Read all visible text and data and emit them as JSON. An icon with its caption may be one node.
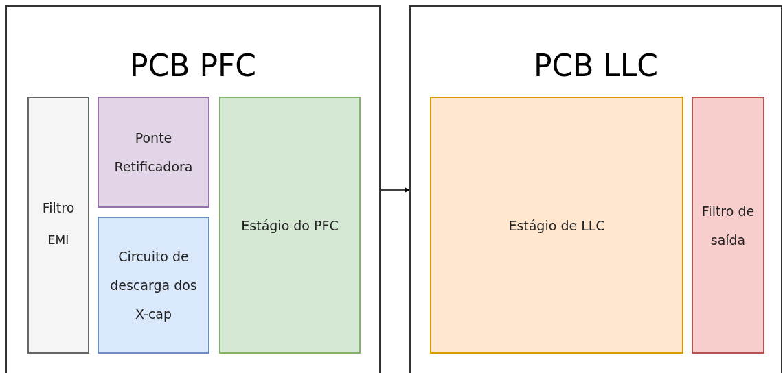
{
  "diagram": {
    "nodes": [
      {
        "text": [
          "PCB PFC"
        ]
      },
      {
        "text": [
          "Filtro",
          "EMI"
        ],
        "in": 0
      },
      {
        "text": [
          "Ponte Retificadora"
        ],
        "in": 0
      },
      {
        "text": [
          "Circuito de descarga dos X-cap"
        ],
        "in": 0
      },
      {
        "text": [
          "Estágio do PFC"
        ],
        "in": 0
      },
      {
        "text": [
          "PCB LLC"
        ]
      },
      {
        "text": [
          "Estágio de LLC"
        ],
        "in": 5
      },
      {
        "text": [
          "Filtro de saída"
        ],
        "in": 5
      }
    ],
    "edges": [
      {
        "from": 0,
        "to": 5,
        "arrow": "to"
      }
    ]
  }
}
